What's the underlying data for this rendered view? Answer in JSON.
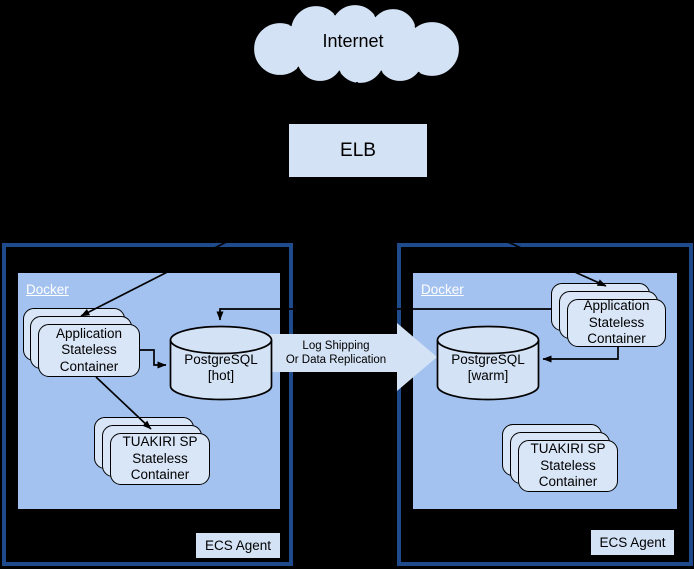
{
  "diagram": {
    "internet_label": "Internet",
    "elb_label": "ELB",
    "flow_label": "Log Shipping\nOr Data Replication",
    "left": {
      "docker_label": "Docker",
      "app_label": "Application\nStateless\nContainer",
      "db_label": "PostgreSQL\n[hot]",
      "sp_label": "TUAKIRI SP\nStateless\nContainer",
      "ecs_label": "ECS Agent"
    },
    "right": {
      "docker_label": "Docker",
      "app_label": "Application\nStateless\nContainer",
      "db_label": "PostgreSQL\n[warm]",
      "sp_label": "TUAKIRI SP\nStateless\nContainer",
      "ecs_label": "ECS Agent"
    },
    "colors": {
      "background": "#000000",
      "instance_border": "#1f4a8c",
      "docker_fill": "#a3c2f0",
      "node_fill": "#d9e6f7",
      "connector": "#000000",
      "docker_label_color": "#ffffff"
    }
  }
}
